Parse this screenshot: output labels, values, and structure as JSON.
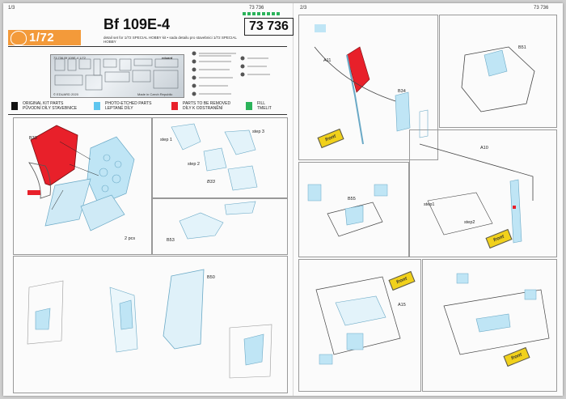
{
  "page1": {
    "number": "1/3",
    "code_small": "73 736"
  },
  "page2": {
    "number": "2/3",
    "code_small": "73 736"
  },
  "header": {
    "scale": "1/72",
    "title": "Bf 109E-4",
    "product_code": "73 736",
    "subtitle": "detail set for 1/72 SPECIAL HOBBY kit • sada detailu pro stavebnici 1/72 SPECIAL HOBBY",
    "fret_label": "73 736 Bf 109E-4 1/72",
    "fret_brand": "eduard",
    "copyright": "© EDUARD 2020",
    "made_in": "Made in Czech Republic"
  },
  "legend": [
    {
      "label": "ORIGINAL KIT PARTS\nPŮVODNÍ DÍLY STAVEBNICE",
      "color": "#111111"
    },
    {
      "label": "PHOTO-ETCHED PARTS\nLEPTANÉ DÍLY",
      "color": "#5fc6ef"
    },
    {
      "label": "PARTS TO BE REMOVED\nDÍLY K ODSTRANĚNÍ",
      "color": "#e8202a"
    },
    {
      "label": "FILL\nTMELIT",
      "color": "#2bb35a"
    }
  ],
  "labels": {
    "b33": "B33",
    "b53": "B53",
    "b50": "B50",
    "step1": "step 1",
    "step2": "step 2",
    "step3": "step 3",
    "pcs": "2 pcs",
    "b33i": "B33",
    "a11": "A11",
    "b34": "B34",
    "b51": "B51",
    "a10": "A10",
    "b55": "B55",
    "step1b": "step1",
    "step2b": "step2",
    "a15": "A15",
    "front": "front"
  },
  "colors": {
    "accent": "#f39a3a",
    "pe": "#8fd3f2",
    "red": "#e8202a",
    "green": "#2bb35a",
    "yellow": "#f1d11b"
  }
}
